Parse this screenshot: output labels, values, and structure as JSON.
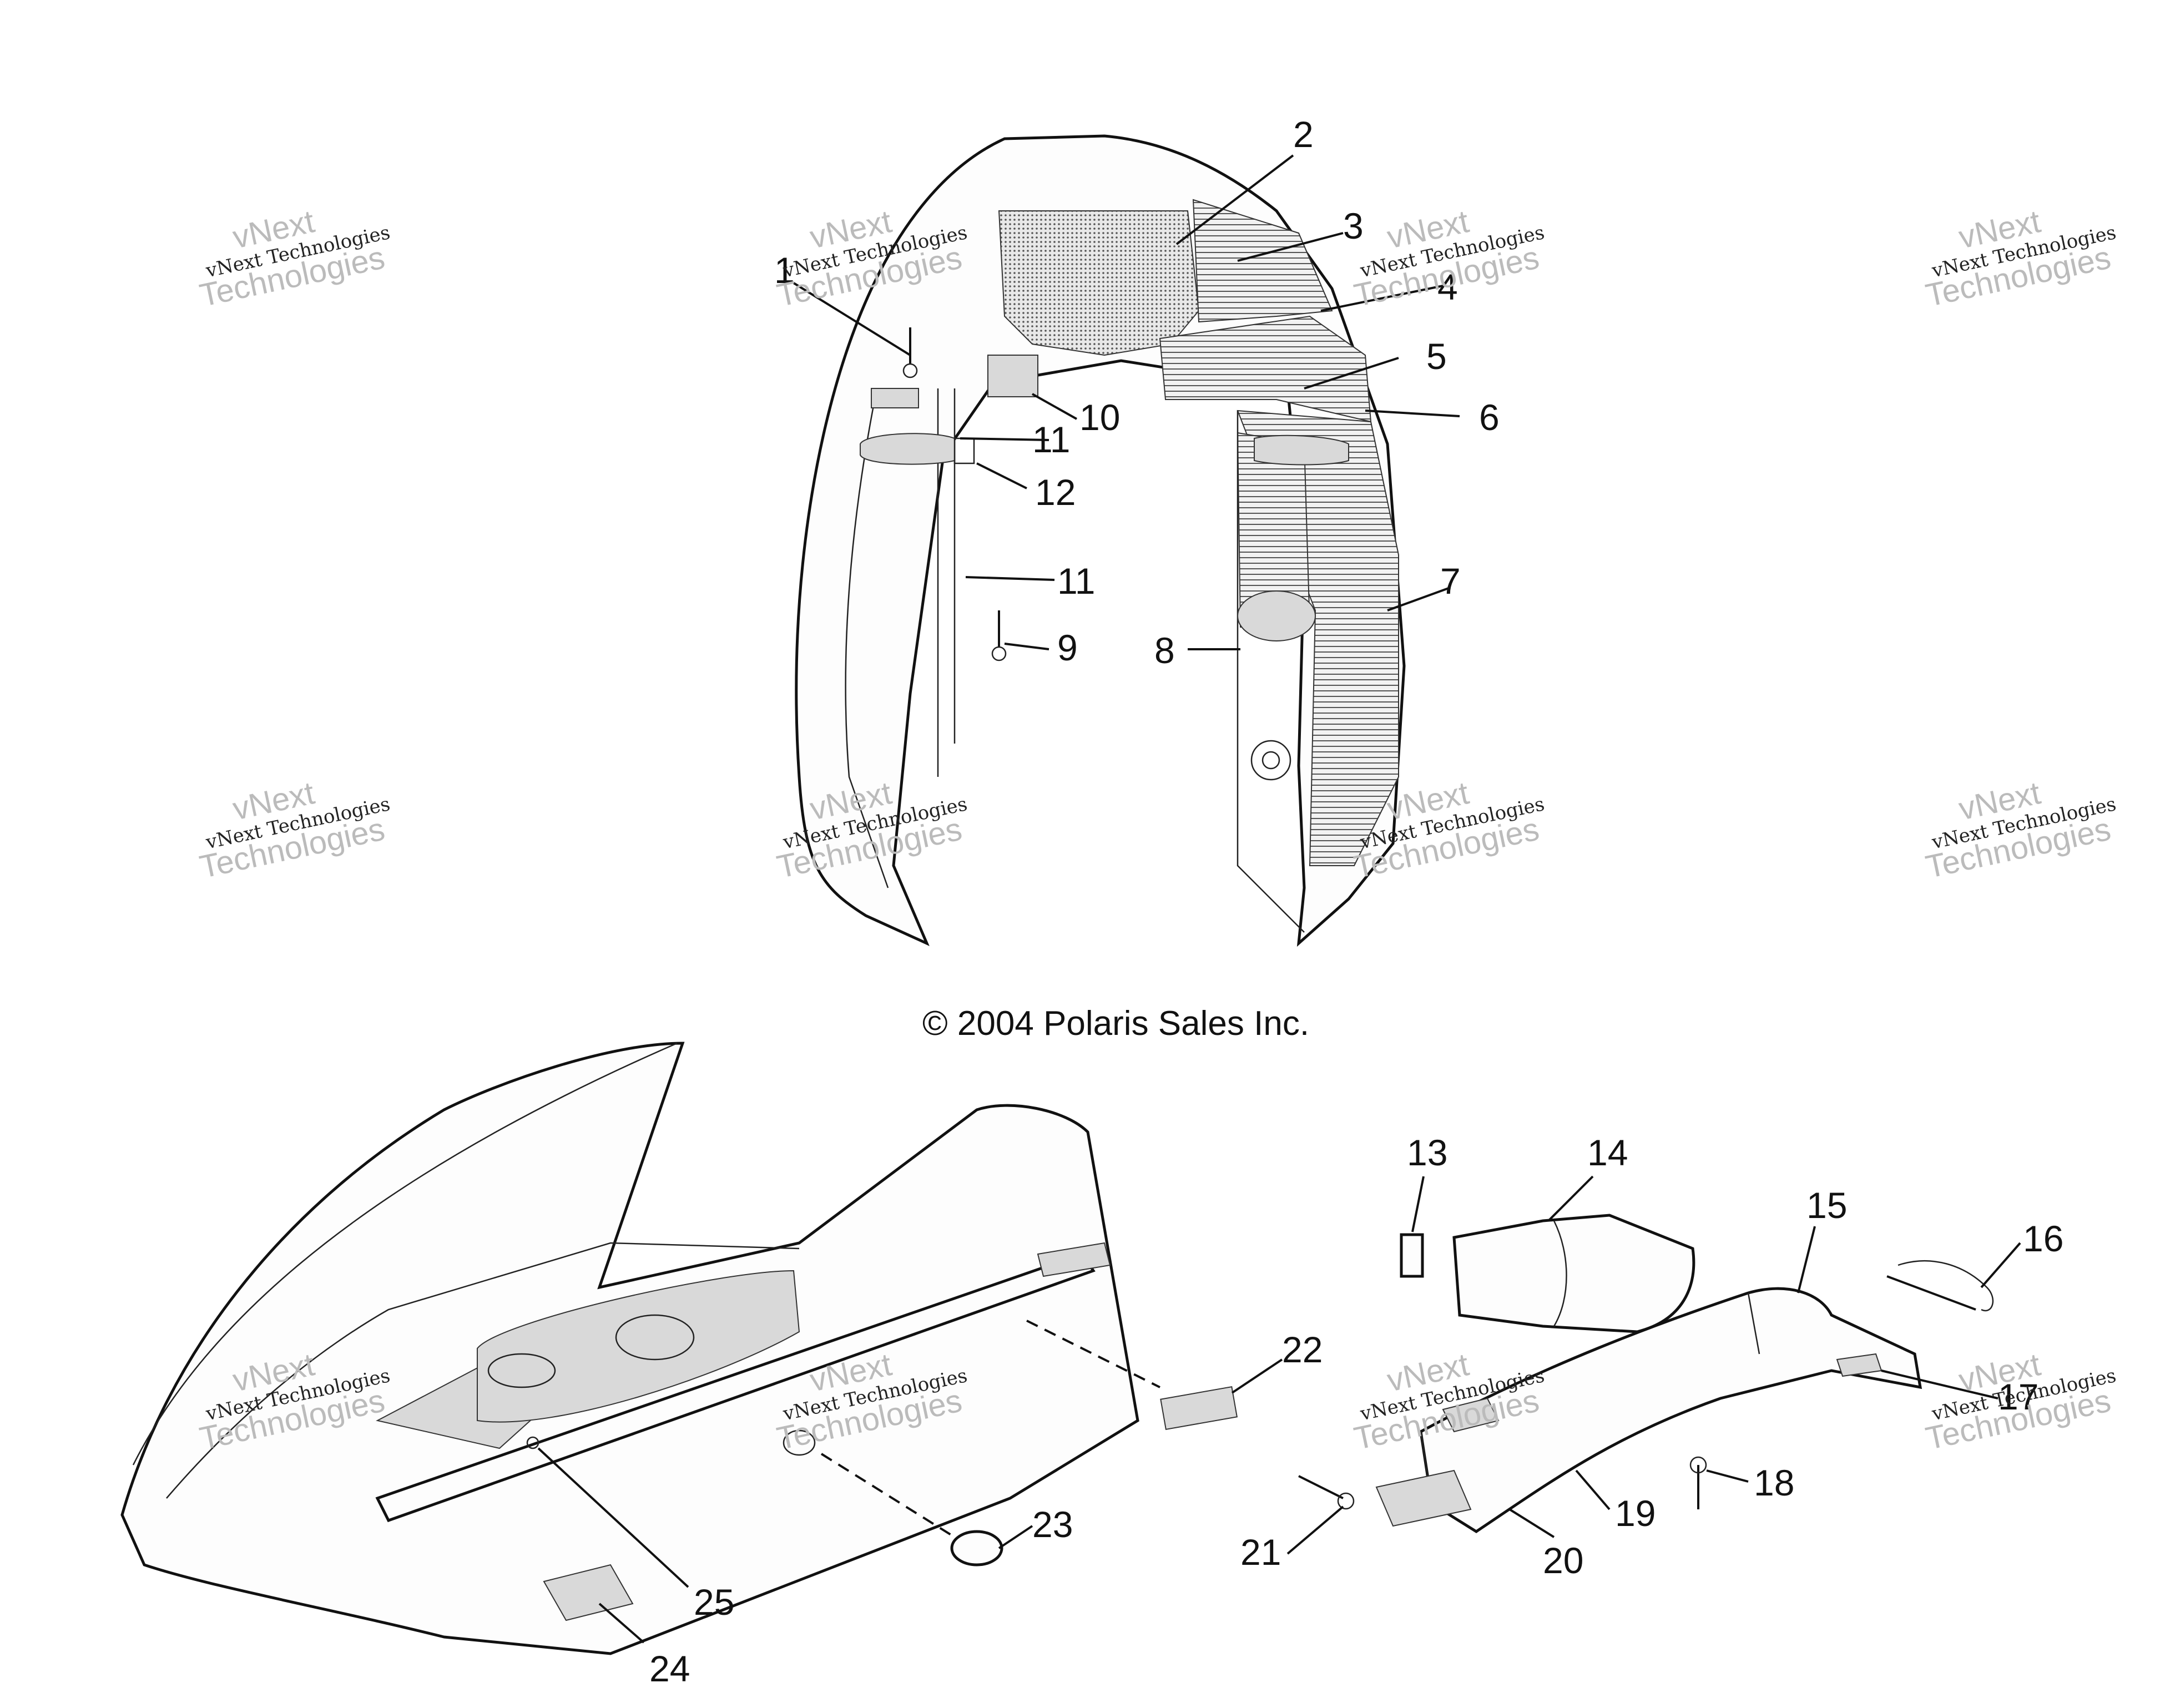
{
  "copyright": "© 2004 Polaris Sales Inc.",
  "watermark": {
    "line1": "vNext",
    "line2": "vNext Technologies",
    "line3": "Technologies"
  },
  "callouts": [
    "1",
    "2",
    "3",
    "4",
    "5",
    "6",
    "7",
    "8",
    "9",
    "10",
    "11",
    "11",
    "12",
    "13",
    "14",
    "15",
    "16",
    "17",
    "18",
    "19",
    "20",
    "21",
    "22",
    "23",
    "24",
    "25"
  ]
}
